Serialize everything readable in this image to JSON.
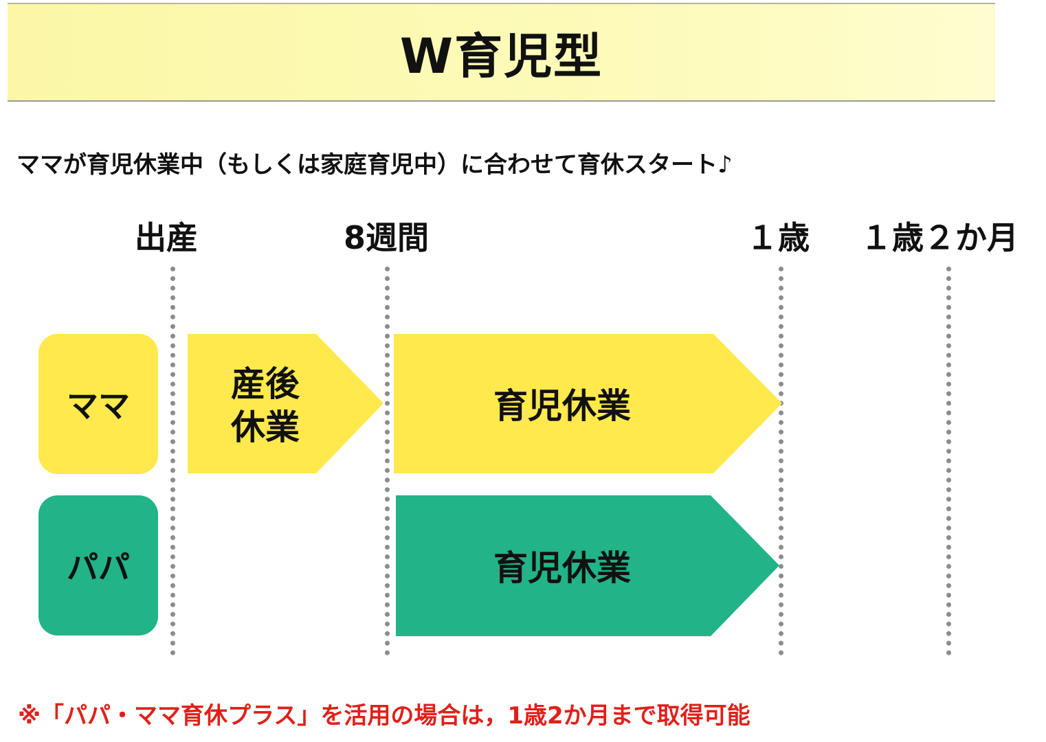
{
  "title": "W育児型",
  "subtitle": "ママが育児休業中（もしくは家庭育児中）に合わせて育休スタート♪",
  "milestones": {
    "birth": "出産",
    "week8": "8週間",
    "age1": "１歳",
    "age1m2": "１歳２か月"
  },
  "roles": {
    "mama": "ママ",
    "papa": "パパ"
  },
  "bars": {
    "mama_postpartum_line1": "産後",
    "mama_postpartum_line2": "休業",
    "mama_childcare": "育児休業",
    "papa_childcare": "育児休業"
  },
  "colors": {
    "mama": "#ffe94c",
    "papa": "#22b388",
    "footnote": "#e0201a"
  },
  "footnote": "※「パパ・ママ育休プラス」を活用の場合は，1歳2か月まで取得可能"
}
